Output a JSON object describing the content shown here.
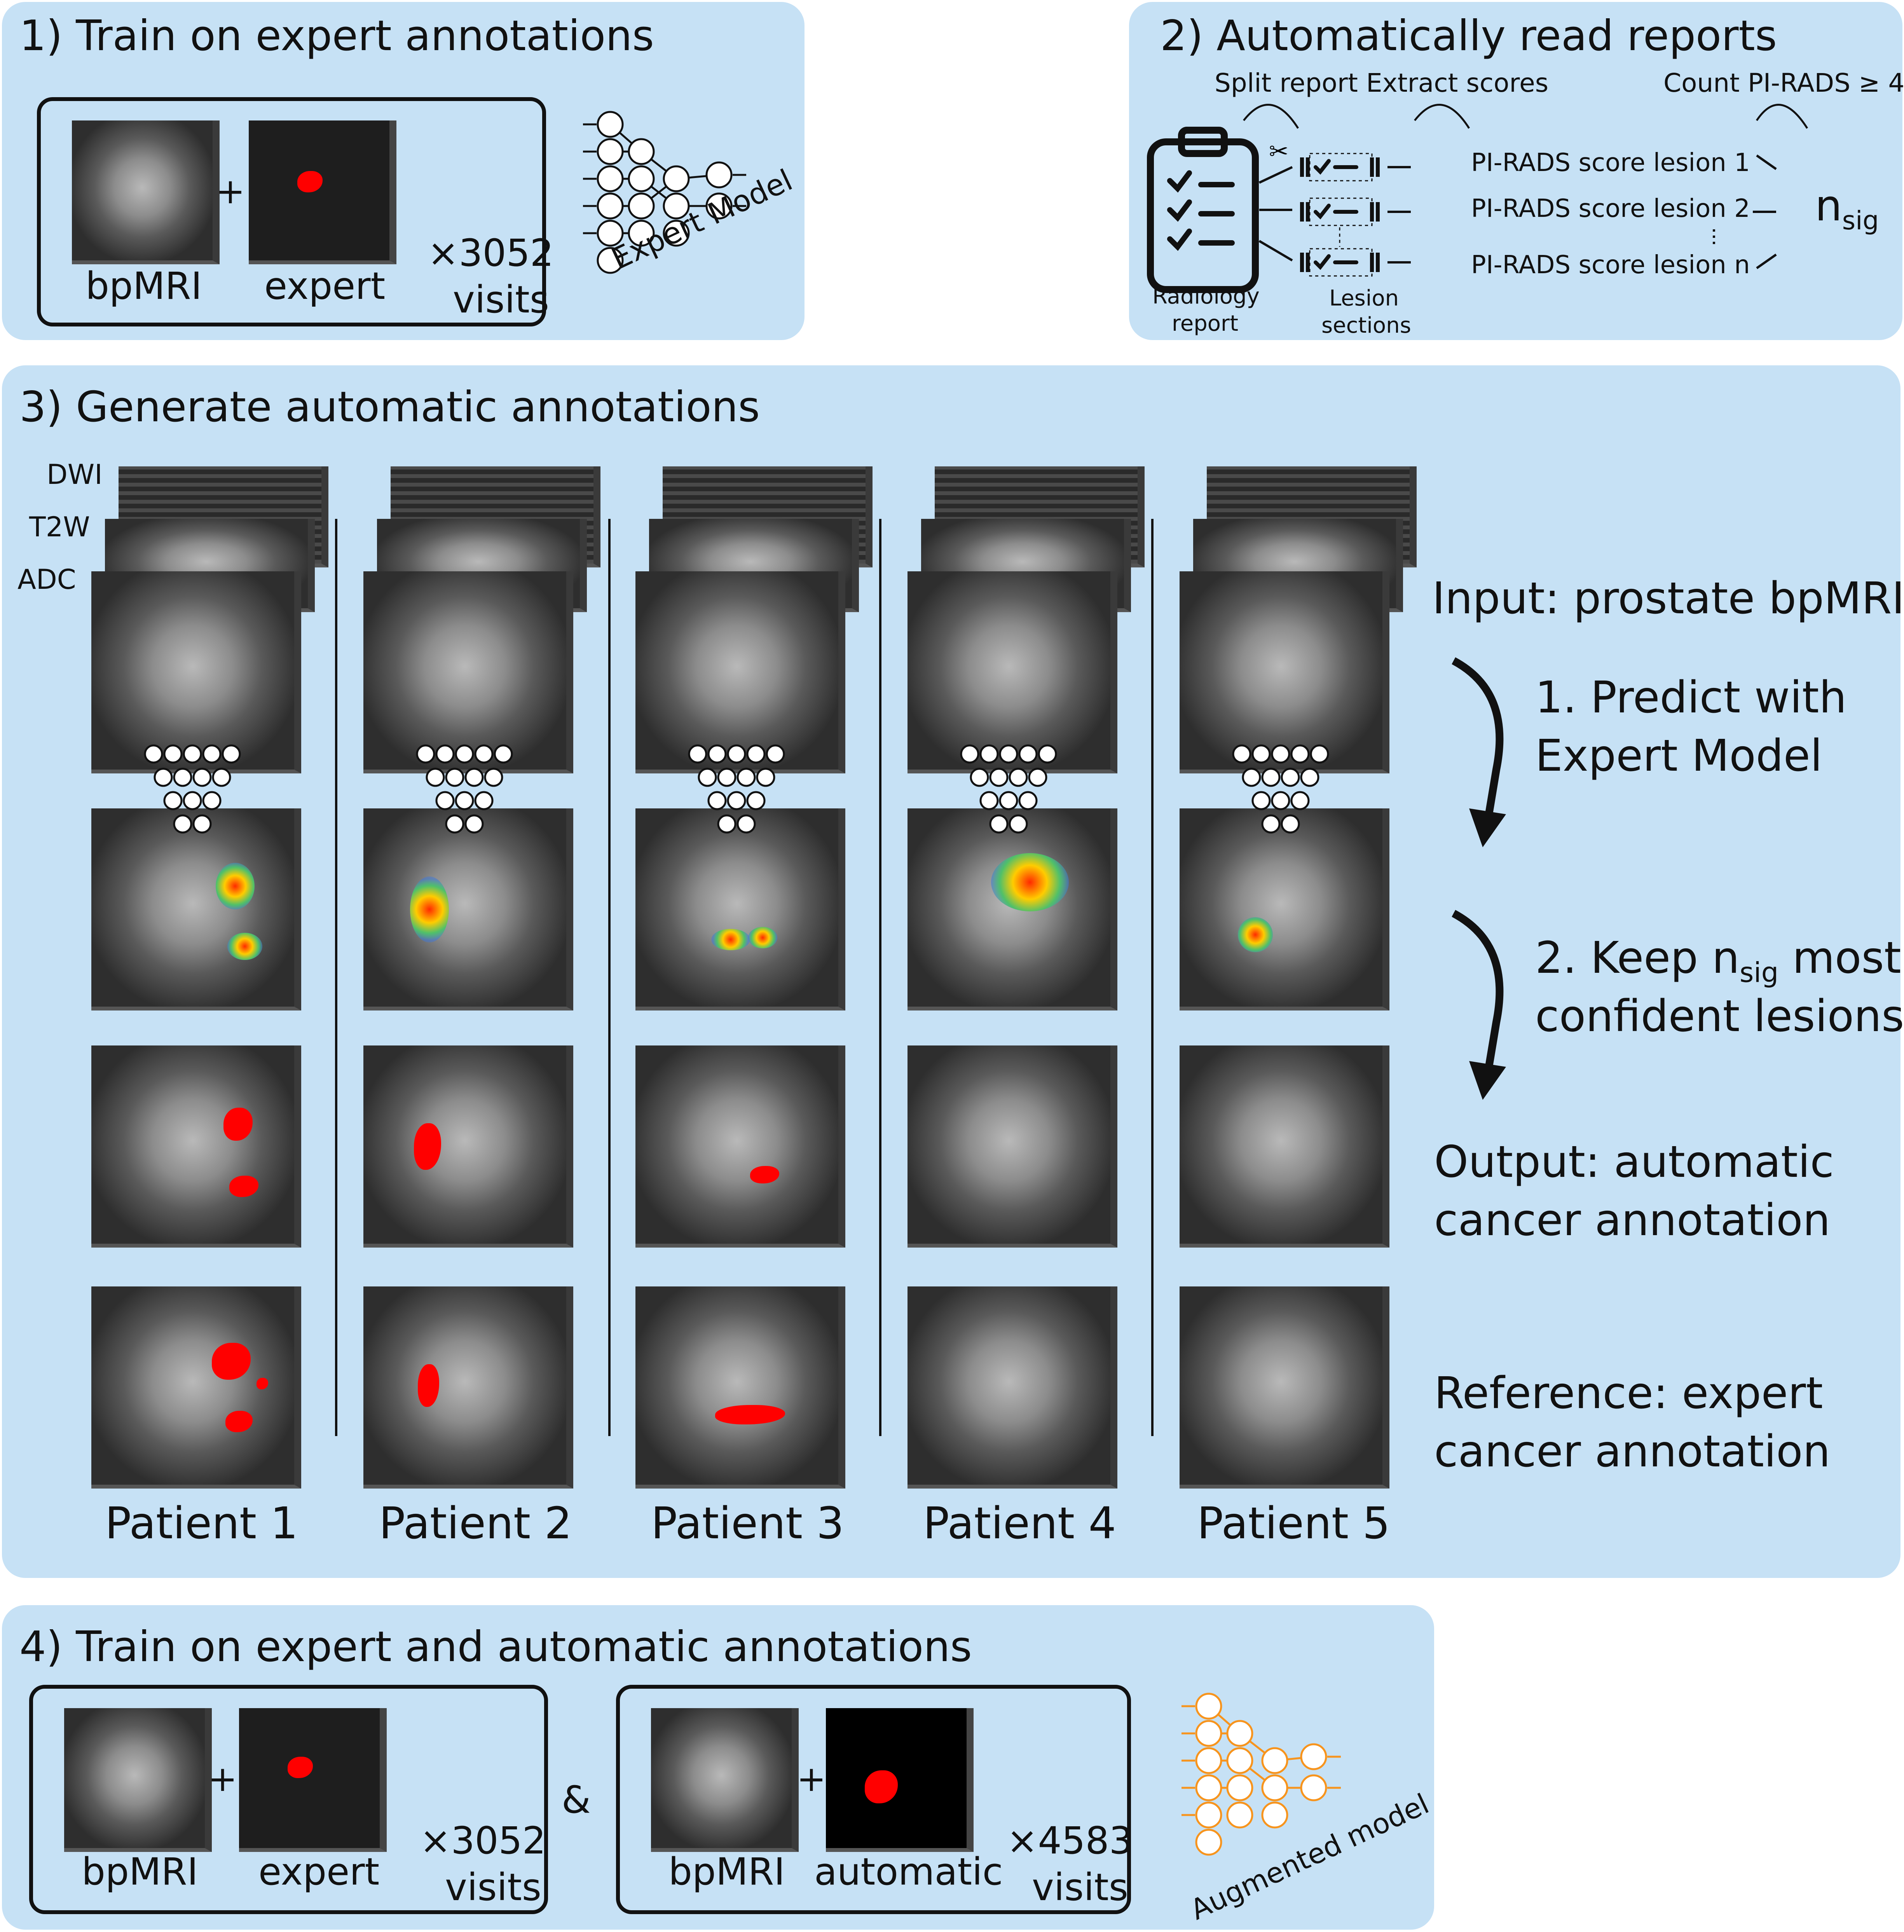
{
  "panel1": {
    "title": "1) Train on expert annotations",
    "bpmri_label": "bpMRI",
    "expert_label": "expert",
    "count": "×3052",
    "count_unit": "visits",
    "model_label": "Expert Model"
  },
  "panel2": {
    "title": "2) Automatically read reports",
    "split_label": "Split report",
    "extract_label": "Extract scores",
    "count_label": "Count PI-RADS ≥ 4",
    "report_label_1": "Radiology",
    "report_label_2": "report",
    "sections_label_1": "Lesion",
    "sections_label_2": "sections",
    "scores": [
      "PI-RADS score lesion 1",
      "PI-RADS score lesion 2",
      "PI-RADS score lesion n"
    ],
    "nsig_base": "n",
    "nsig_sub": "sig"
  },
  "panel3": {
    "title": "3) Generate automatic annotations",
    "seq_labels": [
      "DWI",
      "T2W",
      "ADC"
    ],
    "patients": [
      "Patient 1",
      "Patient 2",
      "Patient 3",
      "Patient 4",
      "Patient 5"
    ],
    "input_label": "Input: prostate bpMRI",
    "step1_line1": "1. Predict with",
    "step1_line2": "Expert Model",
    "step2_prefix": "2. Keep n",
    "step2_sub": "sig",
    "step2_suffix": " most",
    "step2_line2": "confident lesions",
    "output_line1": "Output: automatic",
    "output_line2": "cancer annotation",
    "reference_line1": "Reference: expert",
    "reference_line2": "cancer annotation"
  },
  "panel4": {
    "title": "4) Train on expert and automatic annotations",
    "bpmri_label": "bpMRI",
    "expert_label": "expert",
    "automatic_label": "automatic",
    "count_a": "×3052",
    "count_b": "×4583",
    "count_unit": "visits",
    "amp": "&",
    "model_label": "Augmented model",
    "model_color": "#f7941d"
  },
  "colors": {
    "panel_bg": "#c6e1f5",
    "lesion_red": "#ff0000"
  }
}
